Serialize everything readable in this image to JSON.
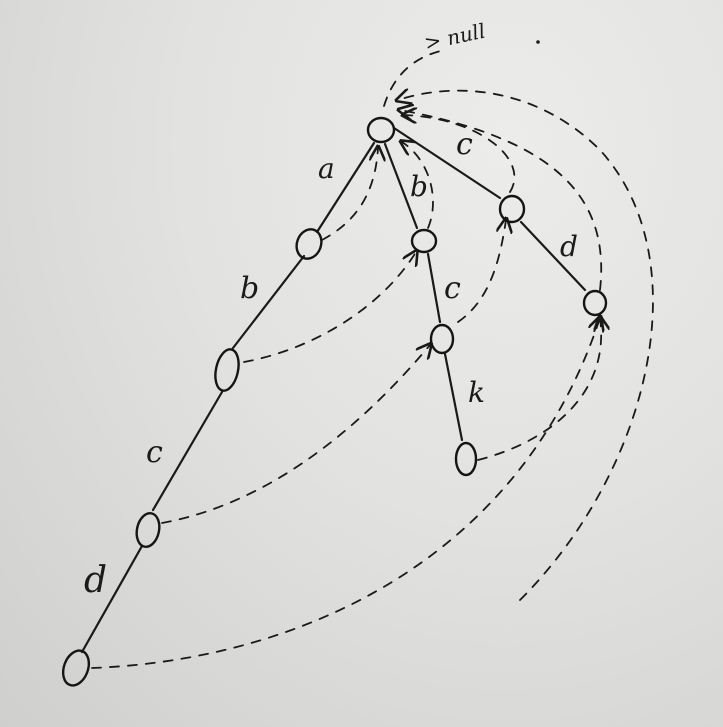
{
  "diagram": {
    "root_pointer_label": "> null",
    "edge_labels": {
      "root_a": "a",
      "a_b": "b",
      "ab_c": "c",
      "abc_d": "d",
      "root_b": "b",
      "b_c": "c",
      "bc_k": "k",
      "root_c": "c",
      "c_d": "d"
    }
  }
}
